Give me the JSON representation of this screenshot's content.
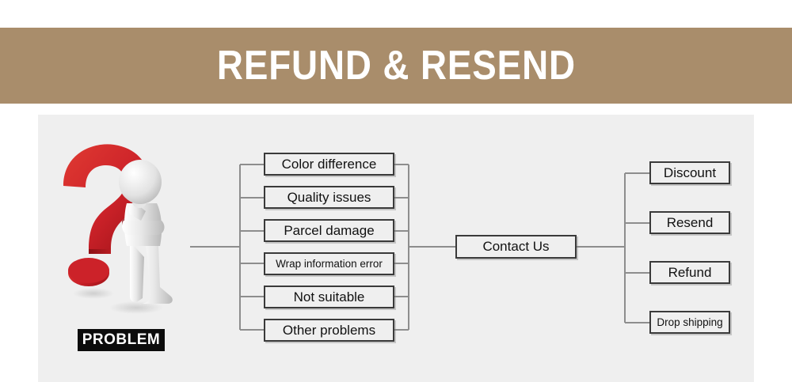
{
  "banner": {
    "title": "REFUND & RESEND",
    "bg_color": "#a98d6b",
    "text_color": "#ffffff"
  },
  "panel": {
    "bg_color": "#efefef"
  },
  "problem": {
    "label": "PROBLEM",
    "icon": "question-mark-thinking-person",
    "question_mark_color": "#cc2229",
    "figure_color": "#dcdcdc",
    "label_bg_color": "#0c0c0c",
    "label_text_color": "#ffffff"
  },
  "diagram": {
    "type": "flow-tree",
    "problem_causes": [
      {
        "label": "Color difference",
        "size": "normal"
      },
      {
        "label": "Quality issues",
        "size": "normal"
      },
      {
        "label": "Parcel damage",
        "size": "normal"
      },
      {
        "label": "Wrap information error",
        "size": "small"
      },
      {
        "label": "Not suitable",
        "size": "normal"
      },
      {
        "label": "Other problems",
        "size": "normal"
      }
    ],
    "hub": {
      "label": "Contact Us"
    },
    "resolutions": [
      {
        "label": "Discount",
        "size": "normal"
      },
      {
        "label": "Resend",
        "size": "normal"
      },
      {
        "label": "Refund",
        "size": "normal"
      },
      {
        "label": "Drop shipping",
        "size": "small"
      }
    ],
    "box_border_color": "#3a3a3a",
    "connector_color": "#8d8d8d"
  }
}
